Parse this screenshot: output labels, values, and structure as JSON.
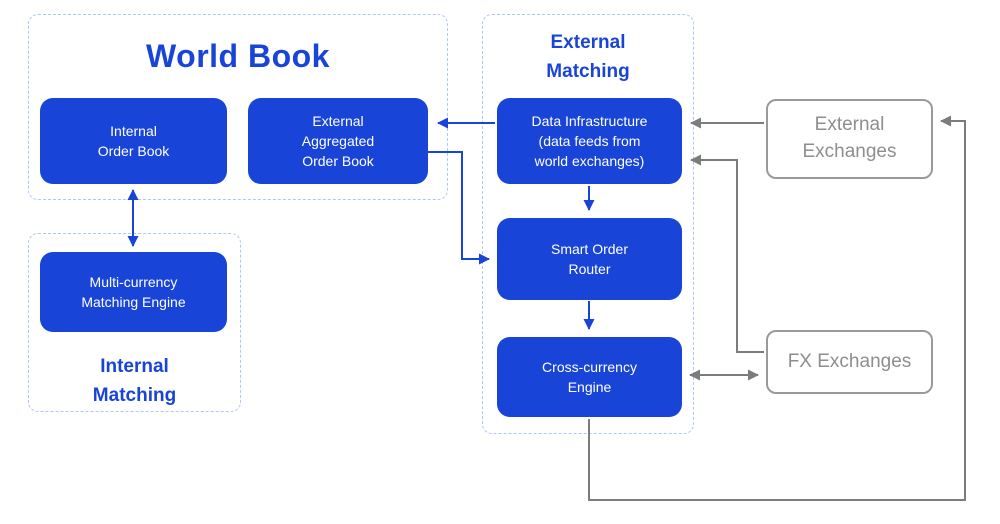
{
  "colors": {
    "blue": "#1944D8",
    "dash": "#aec6f6",
    "gray": "#7c7c7c",
    "grayBorder": "#9a9a9a",
    "grayText": "#8e8e8e"
  },
  "world_book": {
    "title": "World Book",
    "internal_order_book": "Internal\nOrder Book",
    "external_aggregated_order_book": "External\nAggregated\nOrder Book"
  },
  "internal_matching": {
    "label": "Internal\nMatching",
    "multi_currency_matching_engine": "Multi-currency\nMatching Engine"
  },
  "external_matching": {
    "title": "External\nMatching",
    "data_infrastructure": "Data Infrastructure\n(data feeds from\nworld exchanges)",
    "smart_order_router": "Smart Order\nRouter",
    "cross_currency_engine": "Cross-currency\nEngine"
  },
  "external_systems": {
    "external_exchanges": "External\nExchanges",
    "fx_exchanges": "FX Exchanges"
  },
  "edges": [
    {
      "from": "internal-order-book",
      "to": "multi-currency-matching-engine",
      "color": "blue",
      "arrows": "both"
    },
    {
      "from": "data-infrastructure",
      "to": "external-aggregated-order-book",
      "color": "blue",
      "arrows": "end"
    },
    {
      "from": "external-aggregated-order-book",
      "to": "smart-order-router",
      "color": "blue",
      "arrows": "end"
    },
    {
      "from": "data-infrastructure",
      "to": "smart-order-router",
      "color": "blue",
      "arrows": "end"
    },
    {
      "from": "smart-order-router",
      "to": "cross-currency-engine",
      "color": "blue",
      "arrows": "end"
    },
    {
      "from": "external-exchanges",
      "to": "data-infrastructure",
      "color": "gray",
      "arrows": "end"
    },
    {
      "from": "fx-exchanges",
      "to": "data-infrastructure",
      "color": "gray",
      "arrows": "end"
    },
    {
      "from": "cross-currency-engine",
      "to": "fx-exchanges",
      "color": "gray",
      "arrows": "both"
    },
    {
      "from": "cross-currency-engine",
      "to": "external-exchanges",
      "color": "gray",
      "arrows": "end"
    }
  ]
}
